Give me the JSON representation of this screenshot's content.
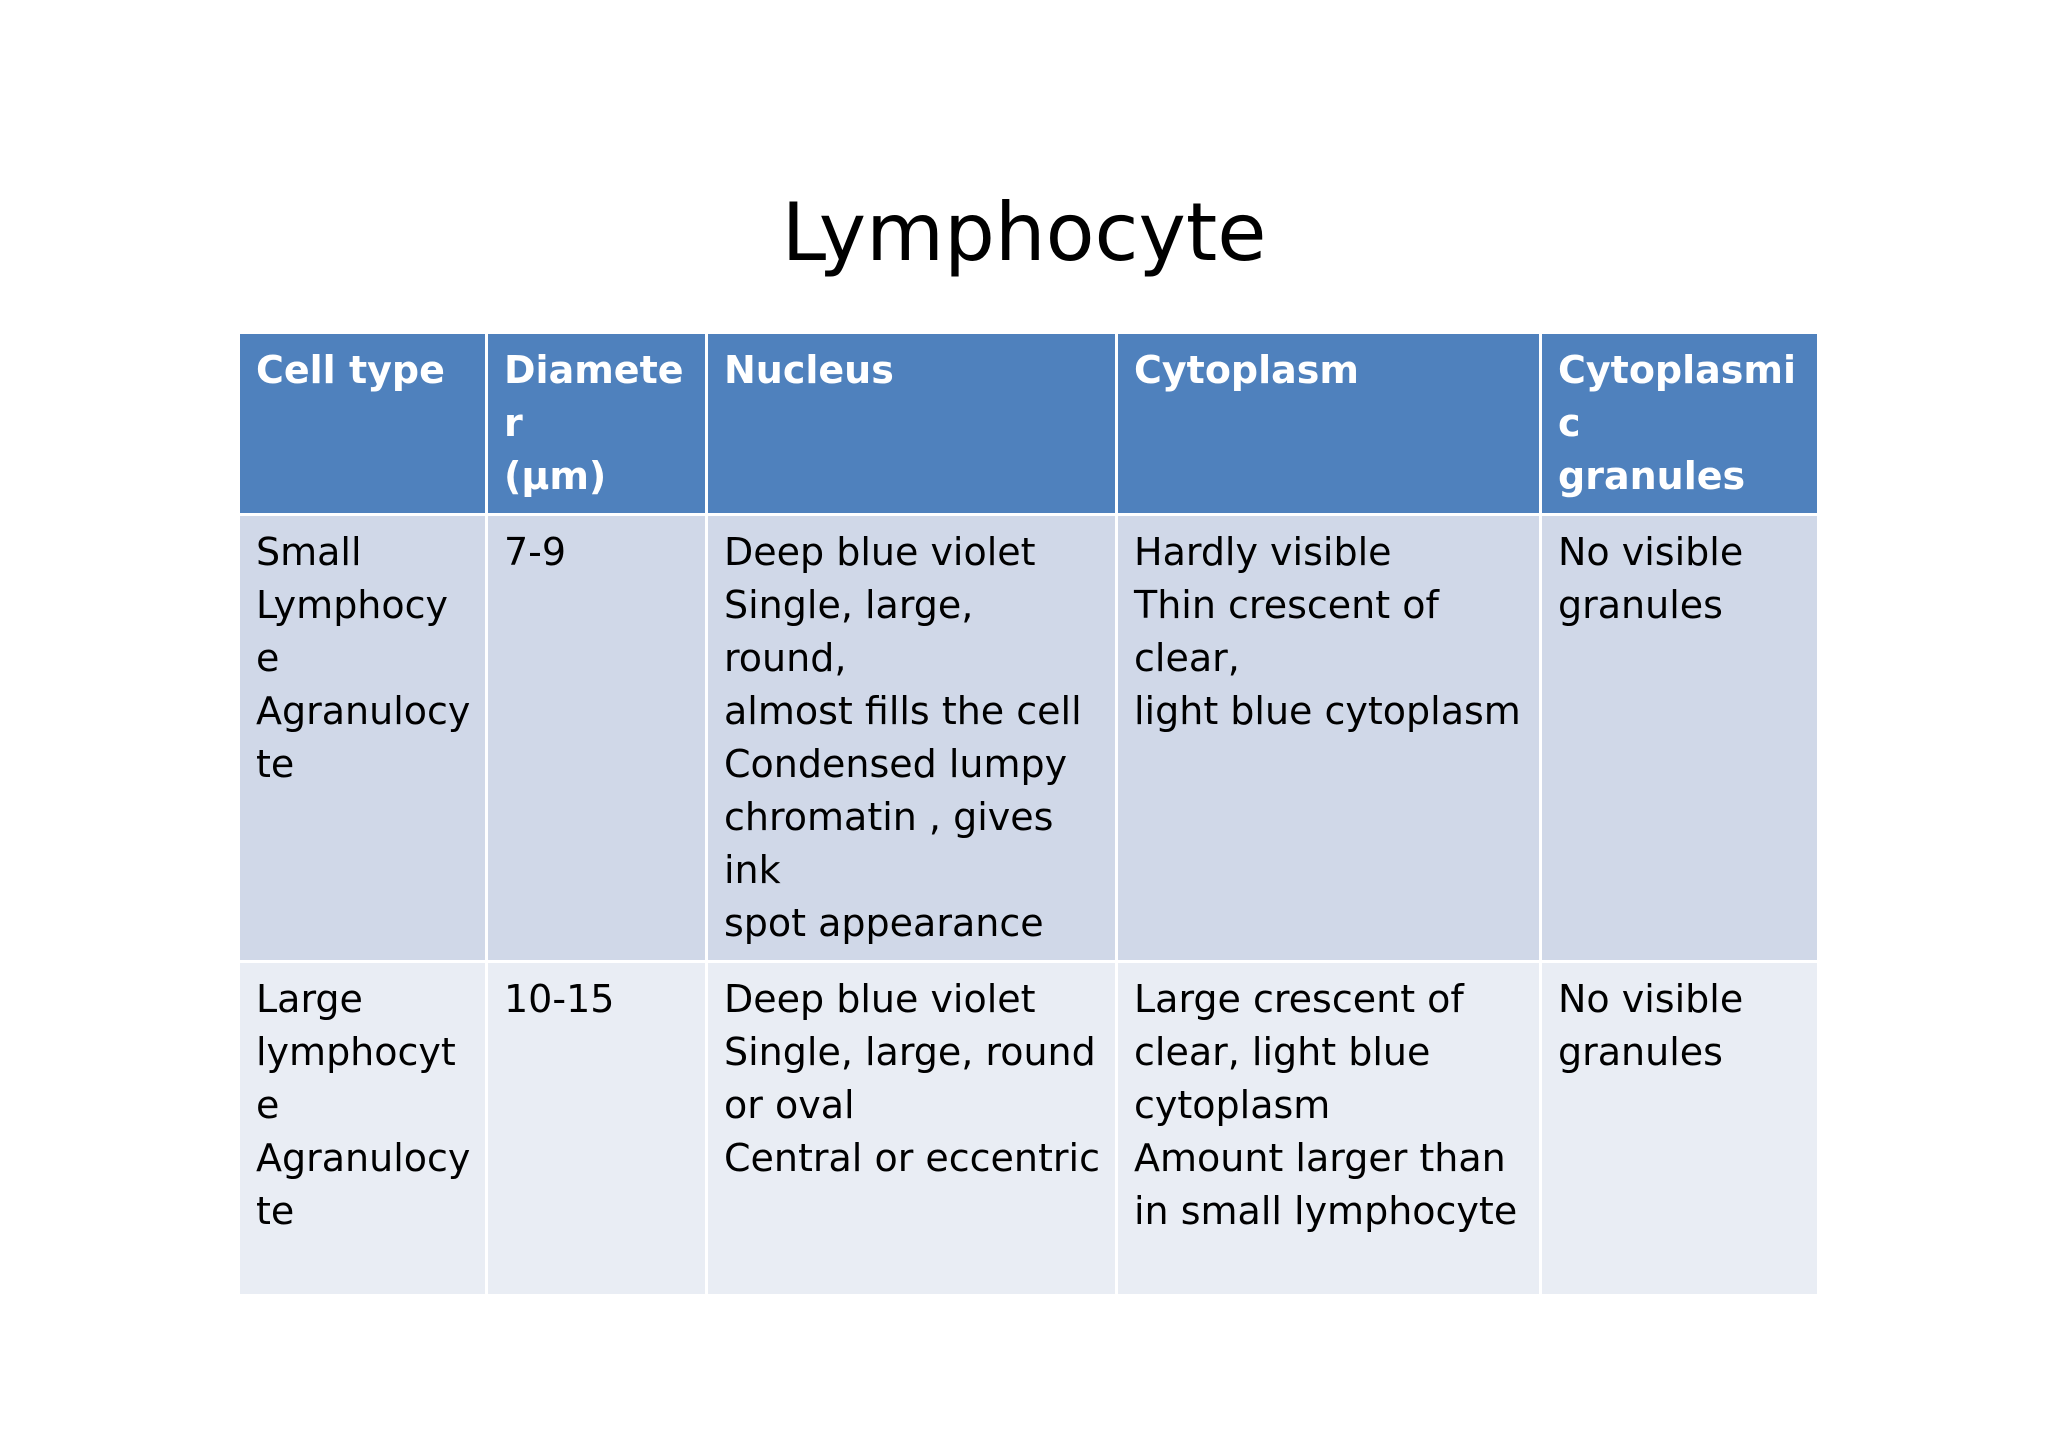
{
  "slide": {
    "title": "Lymphocyte"
  },
  "table": {
    "headers": [
      "Cell type",
      "Diameter\n(µm)",
      "Nucleus",
      "Cytoplasm",
      "Cytoplasmic\ngranules"
    ],
    "rows": [
      [
        "Small\nLymphocye\nAgranulocy\nte",
        "7-9",
        "Deep blue violet\nSingle, large, round,\nalmost fills the cell\nCondensed lumpy\nchromatin , gives ink\nspot appearance",
        "Hardly visible\nThin crescent of clear,\nlight blue cytoplasm",
        "No visible\ngranules"
      ],
      [
        "Large\nlymphocyte\nAgranulocy\nte",
        "10-15",
        "Deep blue violet\nSingle, large, round\nor oval\nCentral or eccentric",
        "Large crescent of\nclear, light blue\ncytoplasm\nAmount larger than\nin small lymphocyte",
        "No visible\ngranules"
      ]
    ]
  },
  "colors": {
    "header_bg": "#4f81bd",
    "row_odd_bg": "#d0d8e8",
    "row_even_bg": "#e9edf4",
    "header_text": "#ffffff",
    "body_text": "#000000"
  }
}
